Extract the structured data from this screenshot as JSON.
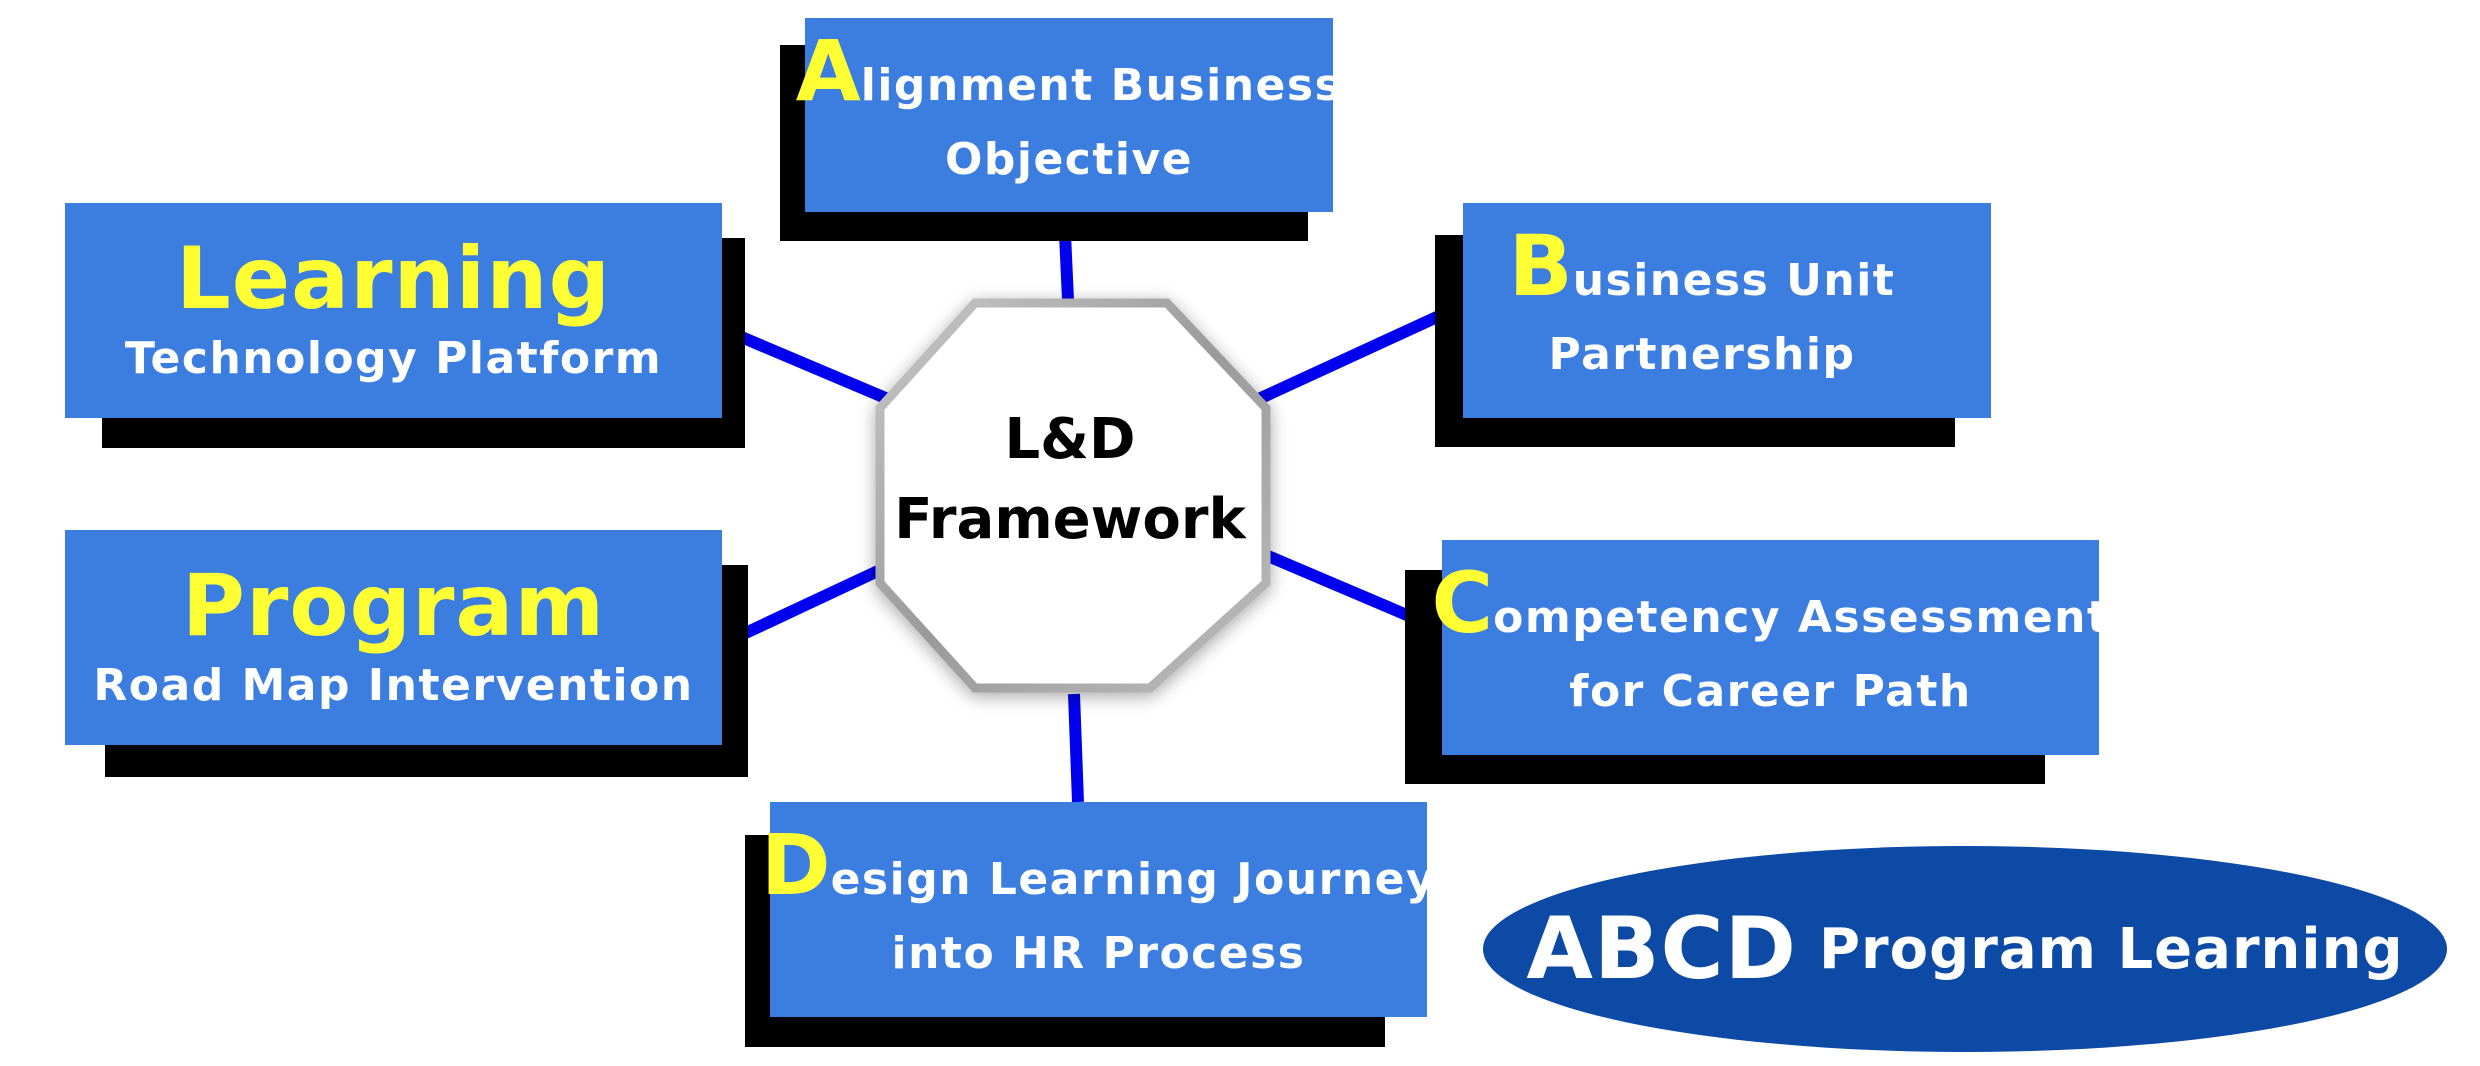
{
  "center": {
    "line1": "L&D",
    "line2": "Framework"
  },
  "nodes": {
    "a": {
      "initial": "A",
      "line1_rest": "lignment Business",
      "line2": "Objective"
    },
    "b": {
      "initial": "B",
      "line1_rest": "usiness Unit",
      "line2": "Partnership"
    },
    "c": {
      "initial": "C",
      "line1_rest": "ompetency Assessment",
      "line2": "for Career Path"
    },
    "d": {
      "initial": "D",
      "line1_rest": "esign Learning Journey",
      "line2": "into HR Process"
    },
    "learning": {
      "title": "Learning",
      "subtitle": "Technology Platform"
    },
    "program": {
      "title": "Program",
      "subtitle": "Road Map Intervention"
    }
  },
  "badge": {
    "main": "ABCD",
    "rest": "Program Learning"
  },
  "colors": {
    "box_fill": "#3b7ee0",
    "box_shadow": "#000000",
    "connector": "#0000ee",
    "highlight_text": "#ffff33",
    "badge_fill": "#0c4aa6",
    "octagon_fill": "#ffffff",
    "octagon_border": "#a6a6a6"
  }
}
